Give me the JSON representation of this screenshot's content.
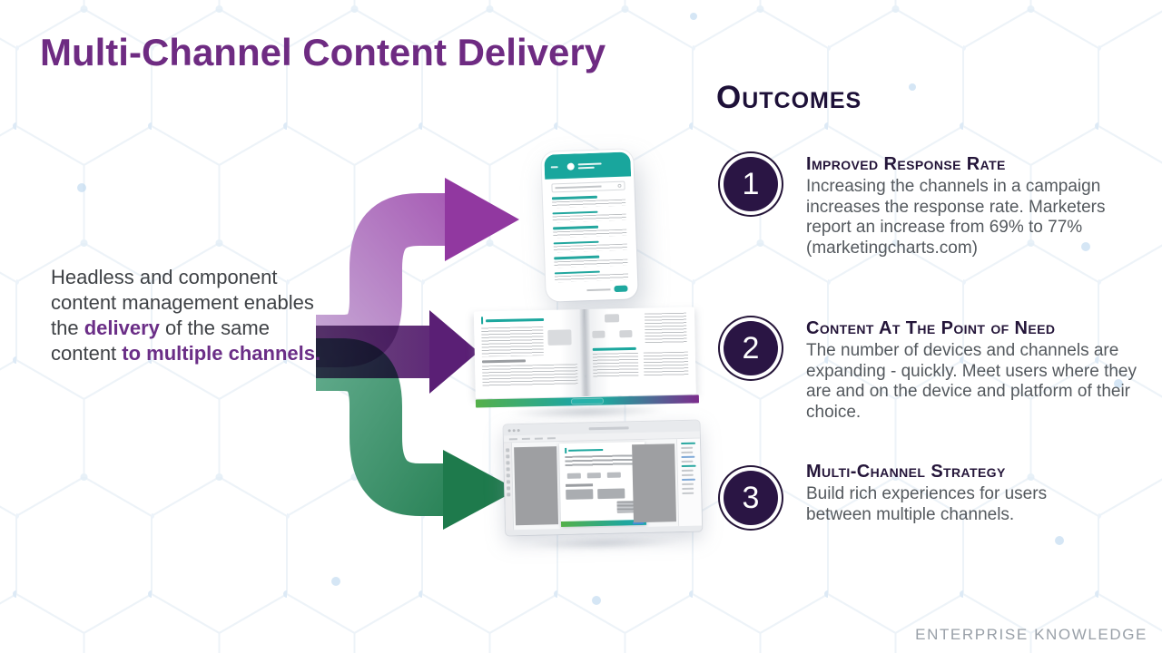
{
  "title": "Multi-Channel Content Delivery",
  "intro": {
    "seg1": "Headless and component content management enables the ",
    "seg2": "delivery",
    "seg3": " of the same content ",
    "seg4": "to multiple channels."
  },
  "outcomes": {
    "heading": "Outcomes",
    "items": [
      {
        "number": "1",
        "title": "Improved Response Rate",
        "body": "Increasing the channels in a campaign increases the response rate. Marketers report an increase from 69% to 77% (marketingcharts.com)"
      },
      {
        "number": "2",
        "title": "Content At The Point of Need",
        "body": "The number of devices and channels are expanding - quickly. Meet users where they are and on the device and platform of their choice."
      },
      {
        "number": "3",
        "title": "Multi-Channel Strategy",
        "body": "Build rich experiences for users between multiple channels."
      }
    ]
  },
  "footer": {
    "brand": "ENTERPRISE KNOWLEDGE"
  },
  "colors": {
    "title_purple": "#6E2B82",
    "accent_purple": "#6B2E87",
    "heading_navy": "#241539",
    "body_gray": "#54595E",
    "teal": "#1BA69E",
    "arrow_purple_light": "#C9AED8",
    "arrow_purple_head": "#9138A0",
    "arrow_mid_left": "#6E4E7E",
    "arrow_mid_head": "#5A1F75",
    "arrow_green_light": "#5FA98A",
    "arrow_green_head": "#1E7A4C",
    "bar_gradient": [
      "#55B04A",
      "#1FA69D",
      "#7C2C8C"
    ]
  }
}
